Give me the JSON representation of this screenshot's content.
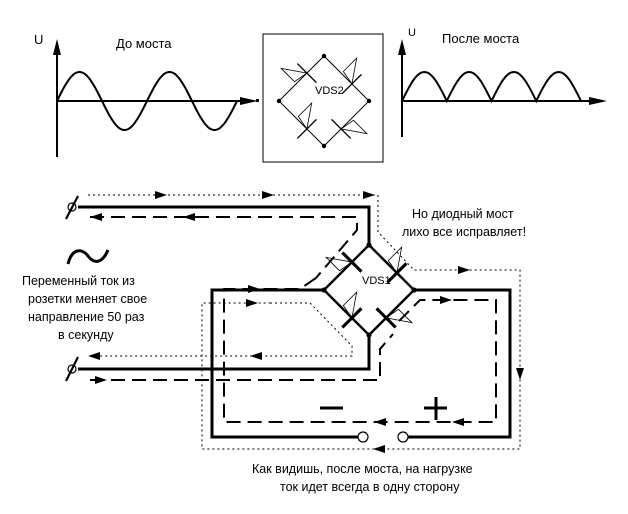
{
  "graphs": {
    "before": {
      "axis_label": "U",
      "title": "До моста",
      "waveform": "sine",
      "periods": 2
    },
    "after": {
      "axis_label": "U",
      "title": "После моста",
      "waveform": "full-wave rectified sine",
      "humps": 4
    }
  },
  "bridge_top": {
    "label": "VDS2"
  },
  "bridge_main": {
    "label": "VDS1"
  },
  "notes": {
    "bridge_note_line1": "Но диодный мост",
    "bridge_note_line2": "лихо все исправляет!",
    "ac_symbol": "~",
    "ac_note_line1": "Переменный ток из",
    "ac_note_line2": "розетки меняет свое",
    "ac_note_line3": "направление 50 раз",
    "ac_note_line4": "в секунду",
    "load_note_line1": "Как видишь, после моста, на нагрузке",
    "load_note_line2": "ток идет всегда в одну сторону"
  },
  "polarity": {
    "minus": "−",
    "plus": "+"
  },
  "colors": {
    "ink": "#000000",
    "background": "#ffffff"
  }
}
